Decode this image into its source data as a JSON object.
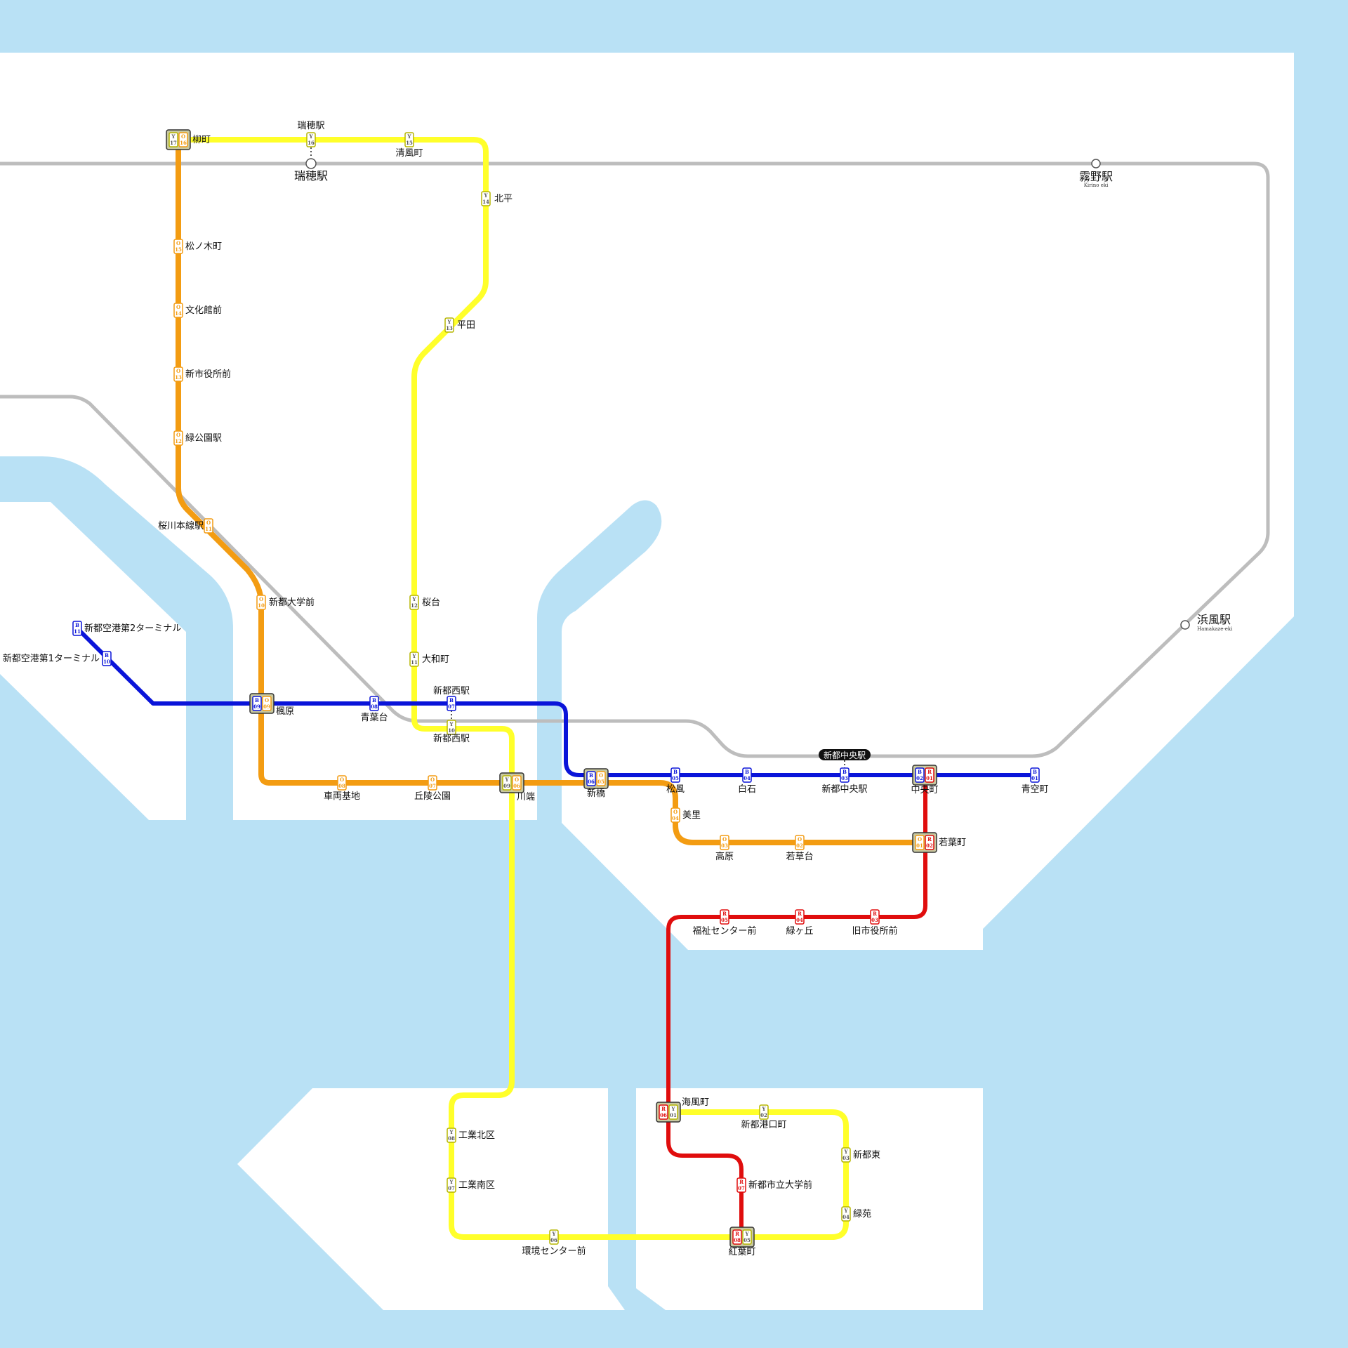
{
  "colors": {
    "water": "#b9e1f5",
    "land": "#ffffff",
    "jr": "#bdbdbd",
    "Y": "#ffff2a",
    "O": "#f39c12",
    "B": "#0a14d9",
    "R": "#e00d0d"
  },
  "jr_stations": {
    "mizuho": "瑞穂駅",
    "kirino": "霧野駅",
    "kirino_roman": "Kirino eki",
    "hamakaze": "浜風駅",
    "hamakaze_roman": "Hamakaze-eki",
    "shinto_chuo_badge": "新都中央駅"
  },
  "stations": [
    {
      "id": "y17o16",
      "name": "柳町",
      "codes": [
        {
          "line": "Y",
          "n": "17"
        },
        {
          "line": "O",
          "n": "16"
        }
      ]
    },
    {
      "id": "y16",
      "name": "瑞穂駅",
      "codes": [
        {
          "line": "Y",
          "n": "16"
        }
      ]
    },
    {
      "id": "y15",
      "name": "清風町",
      "codes": [
        {
          "line": "Y",
          "n": "15"
        }
      ]
    },
    {
      "id": "y14",
      "name": "北平",
      "codes": [
        {
          "line": "Y",
          "n": "14"
        }
      ]
    },
    {
      "id": "y13",
      "name": "平田",
      "codes": [
        {
          "line": "Y",
          "n": "13"
        }
      ]
    },
    {
      "id": "y12",
      "name": "桜台",
      "codes": [
        {
          "line": "Y",
          "n": "12"
        }
      ]
    },
    {
      "id": "y11",
      "name": "大和町",
      "codes": [
        {
          "line": "Y",
          "n": "11"
        }
      ]
    },
    {
      "id": "y10",
      "name": "新都西駅",
      "codes": [
        {
          "line": "Y",
          "n": "10"
        }
      ]
    },
    {
      "id": "b07",
      "name": "新都西駅",
      "codes": [
        {
          "line": "B",
          "n": "07"
        }
      ]
    },
    {
      "id": "o15",
      "name": "松ノ木町",
      "codes": [
        {
          "line": "O",
          "n": "15"
        }
      ]
    },
    {
      "id": "o14",
      "name": "文化館前",
      "codes": [
        {
          "line": "O",
          "n": "14"
        }
      ]
    },
    {
      "id": "o13",
      "name": "新市役所前",
      "codes": [
        {
          "line": "O",
          "n": "13"
        }
      ]
    },
    {
      "id": "o12",
      "name": "緑公園駅",
      "codes": [
        {
          "line": "O",
          "n": "12"
        }
      ]
    },
    {
      "id": "o11",
      "name": "桜川本線駅",
      "codes": [
        {
          "line": "O",
          "n": "11"
        }
      ]
    },
    {
      "id": "o10",
      "name": "新都大学前",
      "codes": [
        {
          "line": "O",
          "n": "10"
        }
      ]
    },
    {
      "id": "b11",
      "name": "新都空港第2ターミナル",
      "codes": [
        {
          "line": "B",
          "n": "11"
        }
      ]
    },
    {
      "id": "b10",
      "name": "新都空港第1ターミナル",
      "codes": [
        {
          "line": "B",
          "n": "10"
        }
      ]
    },
    {
      "id": "b09o09",
      "name": "楓原",
      "codes": [
        {
          "line": "B",
          "n": "09"
        },
        {
          "line": "O",
          "n": "09"
        }
      ]
    },
    {
      "id": "b08",
      "name": "青葉台",
      "codes": [
        {
          "line": "B",
          "n": "08"
        }
      ]
    },
    {
      "id": "o08",
      "name": "車両基地",
      "codes": [
        {
          "line": "O",
          "n": "08"
        }
      ]
    },
    {
      "id": "o07",
      "name": "丘陵公園",
      "codes": [
        {
          "line": "O",
          "n": "07"
        }
      ]
    },
    {
      "id": "y09o06",
      "name": "川端",
      "codes": [
        {
          "line": "Y",
          "n": "09"
        },
        {
          "line": "O",
          "n": "06"
        }
      ]
    },
    {
      "id": "b06o05",
      "name": "新橋",
      "codes": [
        {
          "line": "B",
          "n": "06"
        },
        {
          "line": "O",
          "n": "05"
        }
      ]
    },
    {
      "id": "b05",
      "name": "松風",
      "codes": [
        {
          "line": "B",
          "n": "05"
        }
      ]
    },
    {
      "id": "b04",
      "name": "白石",
      "codes": [
        {
          "line": "B",
          "n": "04"
        }
      ]
    },
    {
      "id": "b03",
      "name": "新都中央駅",
      "codes": [
        {
          "line": "B",
          "n": "03"
        }
      ]
    },
    {
      "id": "b02r01",
      "name": "中央町",
      "codes": [
        {
          "line": "B",
          "n": "02"
        },
        {
          "line": "R",
          "n": "01"
        }
      ]
    },
    {
      "id": "b01",
      "name": "青空町",
      "codes": [
        {
          "line": "B",
          "n": "01"
        }
      ]
    },
    {
      "id": "o04",
      "name": "美里",
      "codes": [
        {
          "line": "O",
          "n": "04"
        }
      ]
    },
    {
      "id": "o03",
      "name": "高原",
      "codes": [
        {
          "line": "O",
          "n": "03"
        }
      ]
    },
    {
      "id": "o02",
      "name": "若草台",
      "codes": [
        {
          "line": "O",
          "n": "02"
        }
      ]
    },
    {
      "id": "o01r02",
      "name": "若葉町",
      "codes": [
        {
          "line": "O",
          "n": "01"
        },
        {
          "line": "R",
          "n": "02"
        }
      ]
    },
    {
      "id": "r03",
      "name": "旧市役所前",
      "codes": [
        {
          "line": "R",
          "n": "03"
        }
      ]
    },
    {
      "id": "r04",
      "name": "緑ヶ丘",
      "codes": [
        {
          "line": "R",
          "n": "04"
        }
      ]
    },
    {
      "id": "r05",
      "name": "福祉センター前",
      "codes": [
        {
          "line": "R",
          "n": "05"
        }
      ]
    },
    {
      "id": "r06y01",
      "name": "海風町",
      "codes": [
        {
          "line": "R",
          "n": "06"
        },
        {
          "line": "Y",
          "n": "01"
        }
      ]
    },
    {
      "id": "y02",
      "name": "新都港口町",
      "codes": [
        {
          "line": "Y",
          "n": "02"
        }
      ]
    },
    {
      "id": "y03",
      "name": "新都東",
      "codes": [
        {
          "line": "Y",
          "n": "03"
        }
      ]
    },
    {
      "id": "y04",
      "name": "緑苑",
      "codes": [
        {
          "line": "Y",
          "n": "04"
        }
      ]
    },
    {
      "id": "r07",
      "name": "新都市立大学前",
      "codes": [
        {
          "line": "R",
          "n": "07"
        }
      ]
    },
    {
      "id": "r08y05",
      "name": "紅葉町",
      "codes": [
        {
          "line": "R",
          "n": "08"
        },
        {
          "line": "Y",
          "n": "05"
        }
      ]
    },
    {
      "id": "y06",
      "name": "環境センター前",
      "codes": [
        {
          "line": "Y",
          "n": "06"
        }
      ]
    },
    {
      "id": "y07",
      "name": "工業南区",
      "codes": [
        {
          "line": "Y",
          "n": "07"
        }
      ]
    },
    {
      "id": "y08",
      "name": "工業北区",
      "codes": [
        {
          "line": "Y",
          "n": "08"
        }
      ]
    }
  ]
}
